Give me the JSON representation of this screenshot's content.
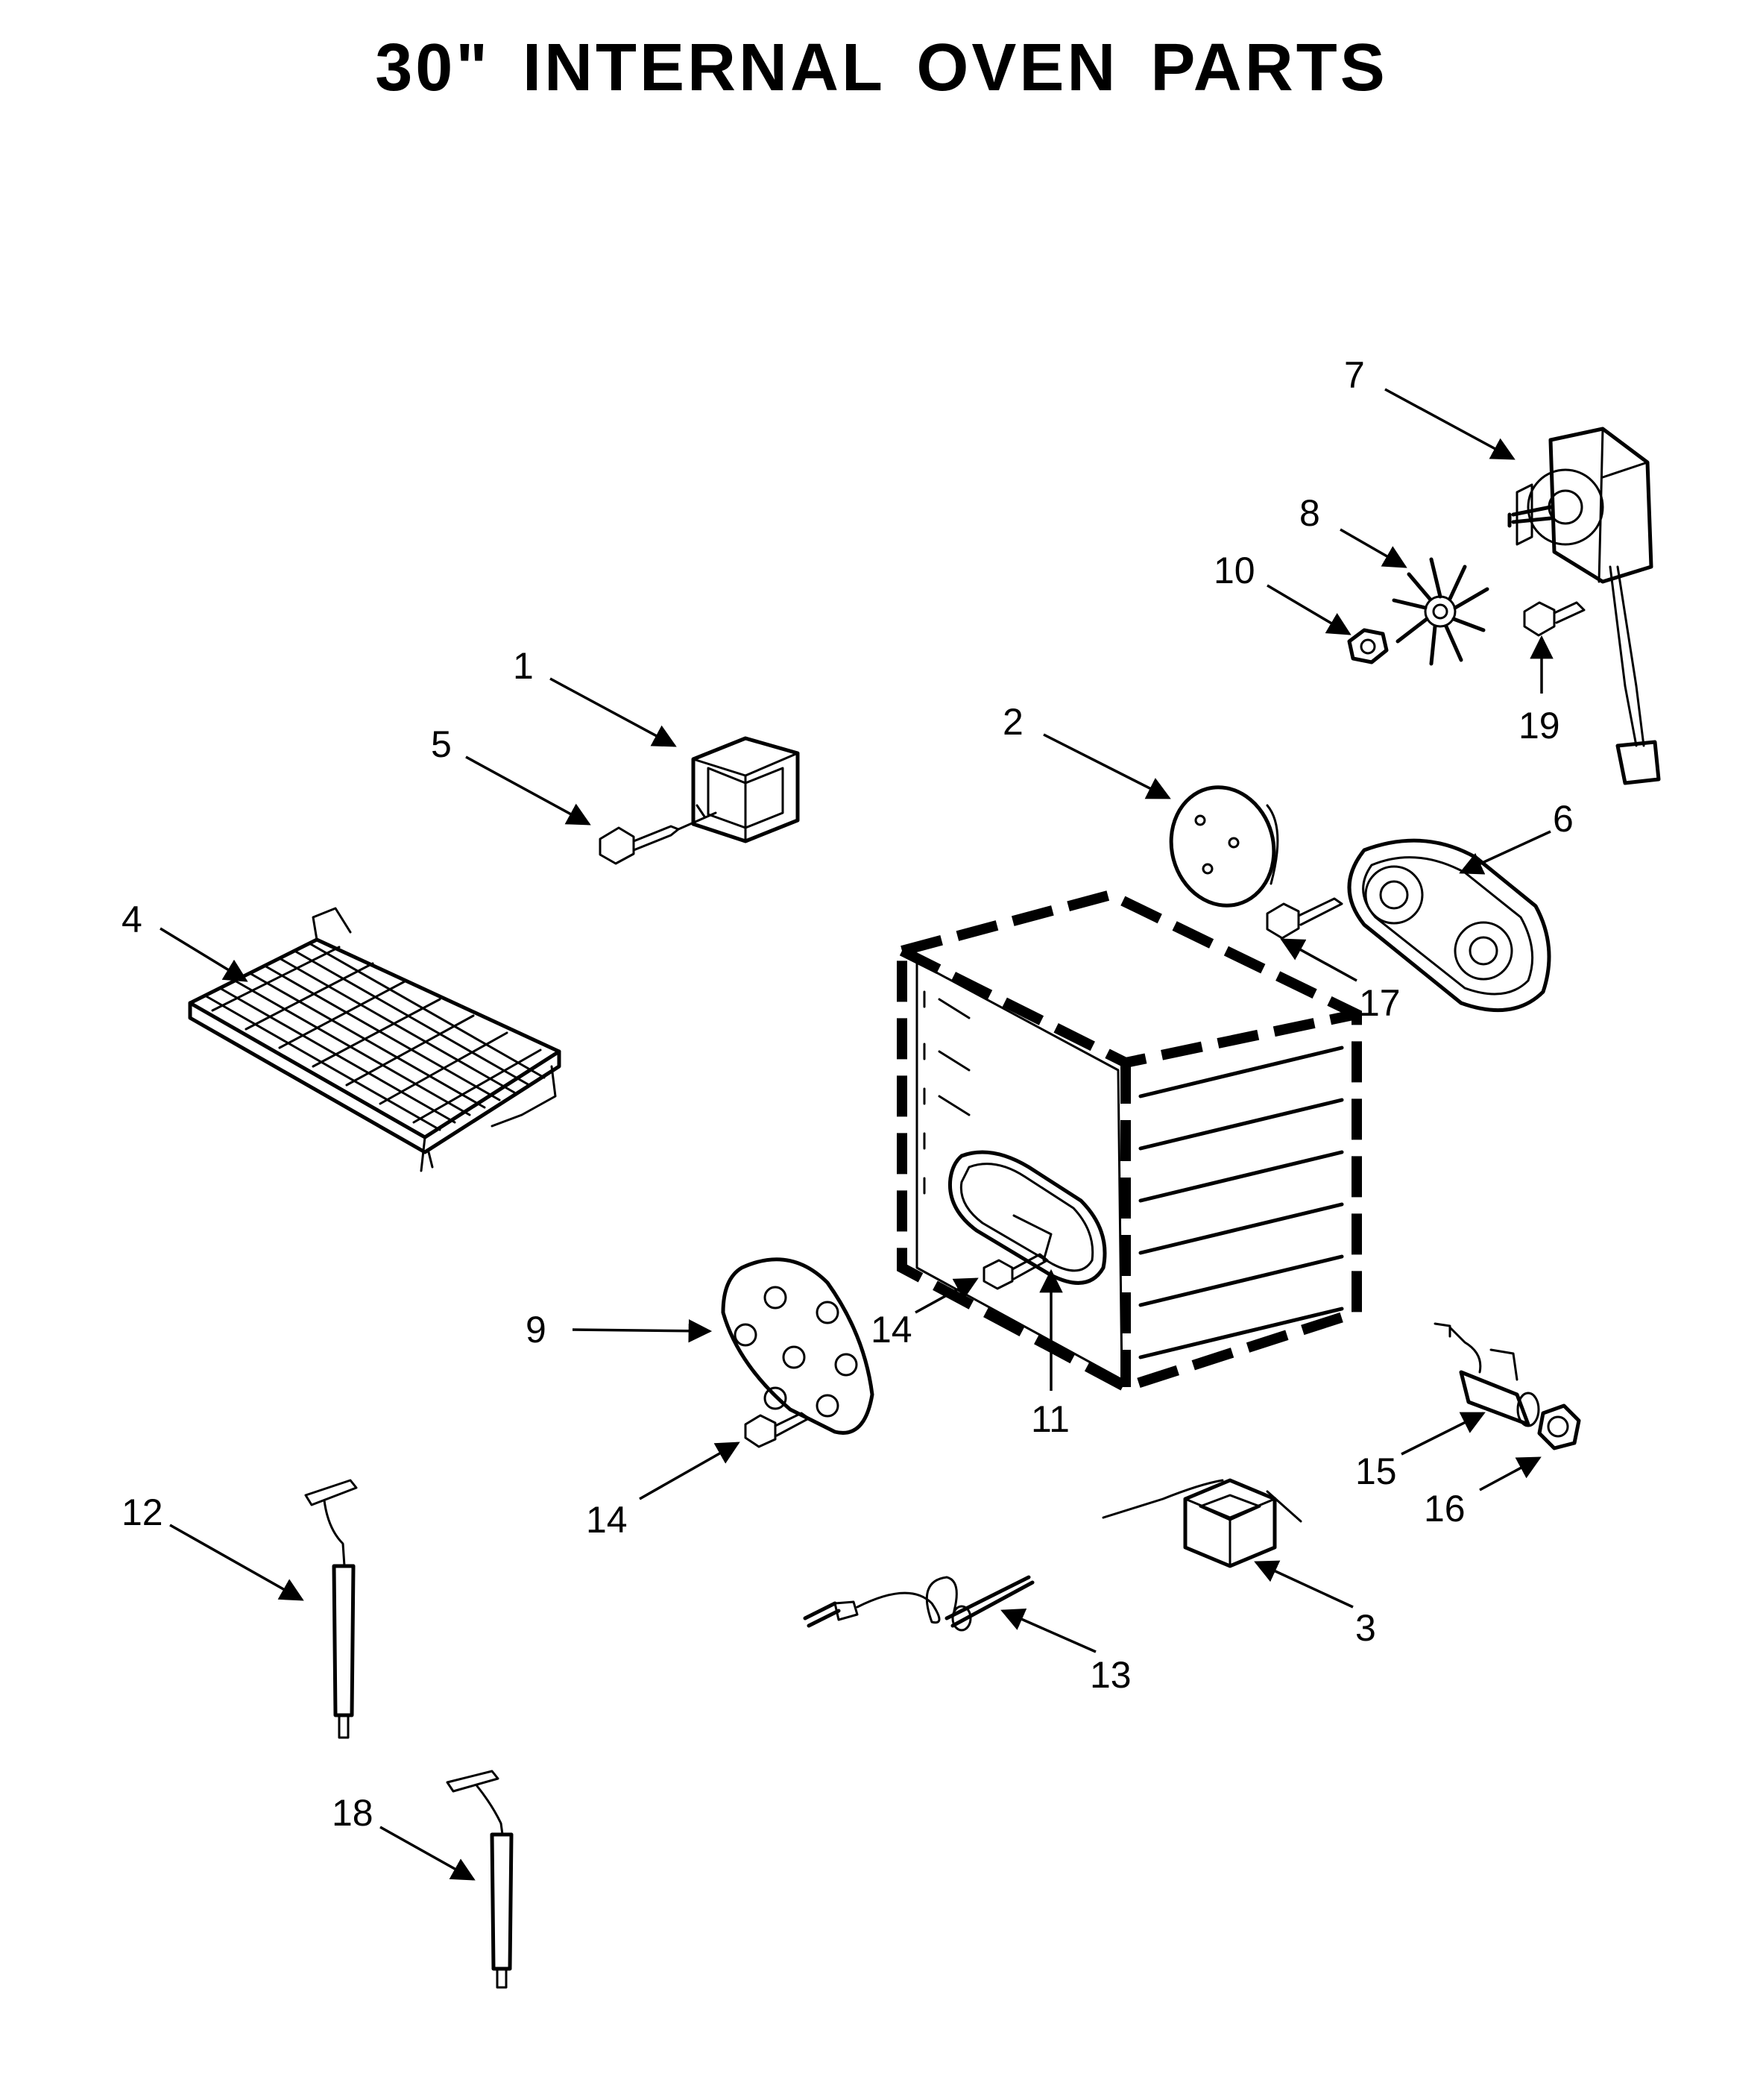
{
  "title": "30\" INTERNAL OVEN PARTS",
  "callouts": {
    "c1": "1",
    "c2": "2",
    "c3": "3",
    "c4": "4",
    "c5": "5",
    "c6": "6",
    "c7": "7",
    "c8": "8",
    "c9": "9",
    "c10": "10",
    "c11": "11",
    "c12": "12",
    "c13": "13",
    "c14a": "14",
    "c14b": "14",
    "c15": "15",
    "c16": "16",
    "c17": "17",
    "c18": "18",
    "c19": "19"
  }
}
